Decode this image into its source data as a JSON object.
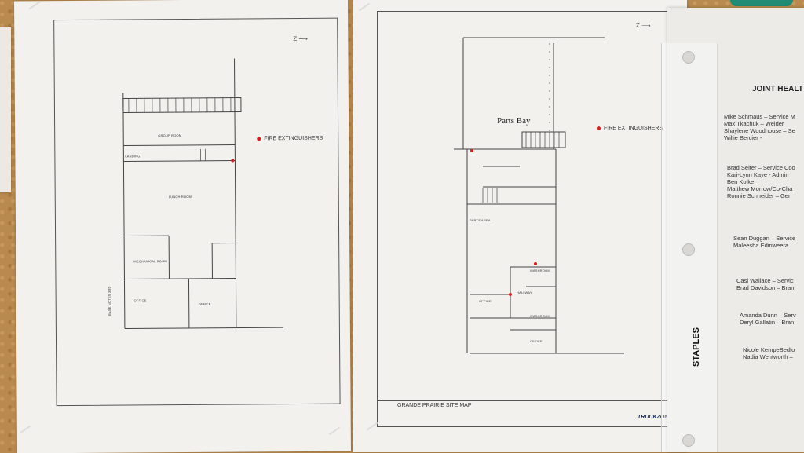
{
  "left_plan": {
    "compass": "Z ⟶",
    "legend": "FIRE EXTINGUISHERS",
    "rooms": [
      "GROUP ROOM",
      "LANDING",
      "LUNCH ROOM",
      "MECHANICAL ROOM",
      "OFFICE",
      "OFFICE"
    ],
    "side_text": "BASE NOTES 3RD"
  },
  "right_plan": {
    "compass": "Z ⟶",
    "legend": "FIRE EXTINGUISHERS",
    "parts_bay": "Parts Bay",
    "rooms": [
      "PARTS AREA",
      "WASHROOM",
      "HALLWAY",
      "OFFICE",
      "WASHROOM",
      "OFFICE"
    ],
    "title": "GRANDE PRAIRIE SITE MAP",
    "brand": "TRUCKZONE"
  },
  "right_sheet": {
    "heading": "JOINT HEALT",
    "groups": [
      [
        "Mike Schmaus – Service M",
        "Max Tkachuk – Welder",
        "Shaylene Woodhouse – Se",
        "Willie Bercier -"
      ],
      [
        "Brad Selter – Service Coo",
        "Kari-Lynn Kaye - Admin",
        "Ben Kolke",
        "Matthew Morrow/Co-Cha",
        "Ronnie Schneider – Gen"
      ],
      [
        "Sean Duggan – Service",
        "Maleesha Ediriweera"
      ],
      [
        "Casi Wallace – Servic",
        "Brad Davidson – Bran"
      ],
      [
        "Amanda Dunn – Serv",
        "Deryl Gallatin – Bran"
      ],
      [
        "Nicole KempeBedfo",
        "Nadia Wentworth –"
      ]
    ],
    "staples": "STAPLES"
  },
  "colors": {
    "extinguisher": "#d62020",
    "cork": "#b98a4f",
    "paper": "#f2f1ee",
    "tape": "#1f8c73"
  }
}
